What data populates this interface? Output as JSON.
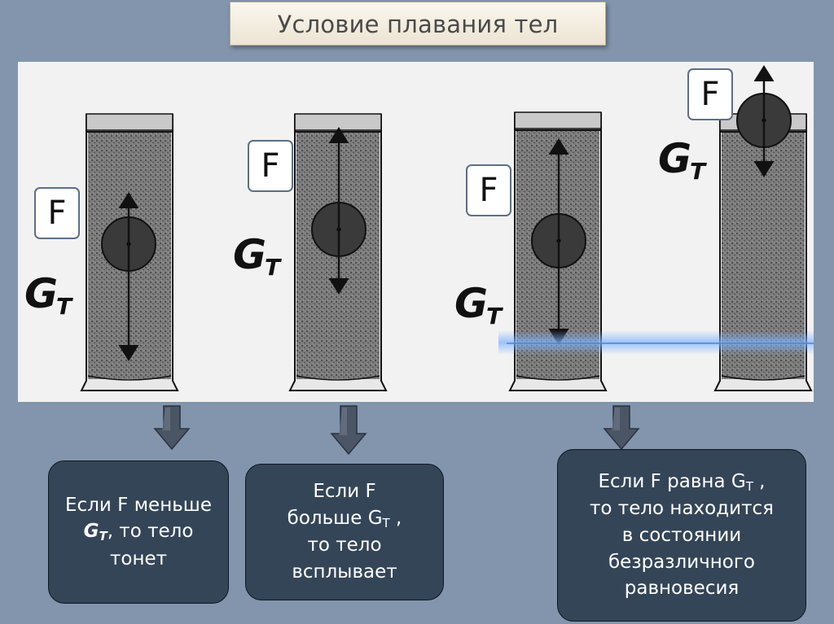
{
  "slide": {
    "title": "Условие плавания тел",
    "colors": {
      "background": "#8295ad",
      "caption_box": "#344558",
      "figure_panel": "#f2f2f2",
      "liquid": "#7d7d7d",
      "ball": "#3a3a3a"
    }
  },
  "figure": {
    "labels": {
      "force": "F",
      "gravity": "G",
      "gravity_subscript": "T"
    }
  },
  "captions": [
    {
      "line1": "Если F меньше",
      "g": "G",
      "g_sub": "T",
      "line2_rest": ", то тело",
      "line3": "тонет"
    },
    {
      "line1": "Если F",
      "line2_pre": "больше G",
      "g_sub": "T",
      "line2_post": " ,",
      "line3": "то тело",
      "line4": "всплывает"
    },
    {
      "line1_pre": "Если F равна G",
      "g_sub": "T",
      "line1_post": " ,",
      "line2": "то тело находится",
      "line3": "в состоянии",
      "line4": "безразличного",
      "line5": "равновесия"
    }
  ]
}
